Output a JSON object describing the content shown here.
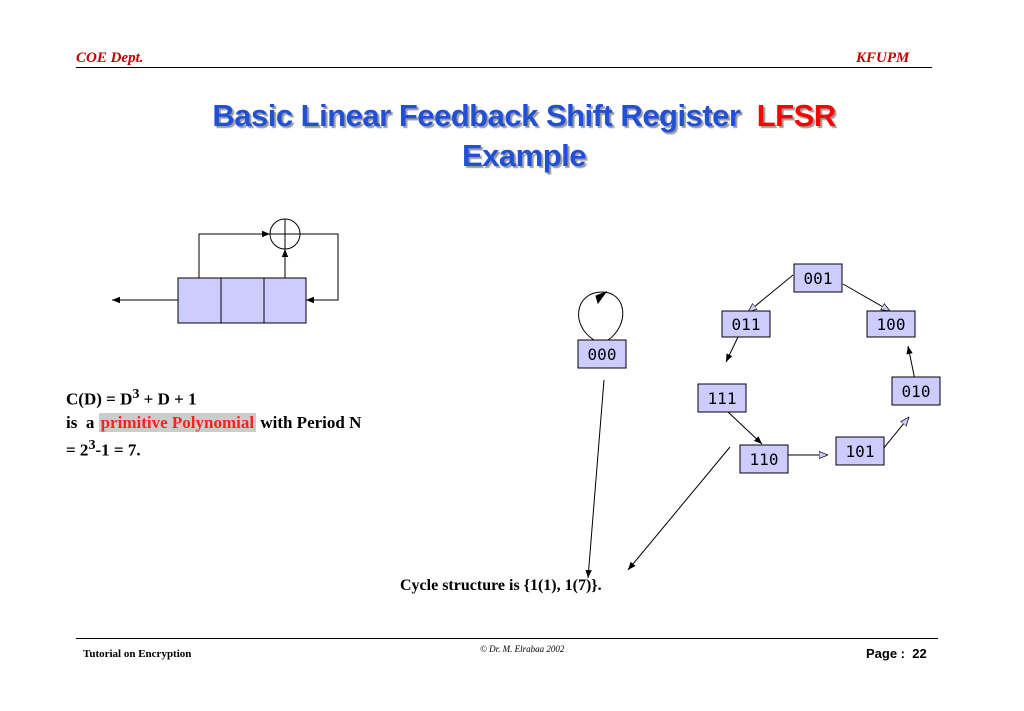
{
  "header": {
    "left": "COE Dept.",
    "right": "KFUPM"
  },
  "title": {
    "line1": "Basic Linear Feedback Shift Register",
    "acronym": "LFSR",
    "line2": "Example"
  },
  "polynomial": {
    "line1_a": "C(D) = D",
    "line1_exp": "3",
    "line1_b": " + D + 1",
    "line2_prefix": "is  a ",
    "line2_highlight": "primitive Polynomial",
    "line2_suffix": " with Period N",
    "line3_a": "= 2",
    "line3_exp": "3",
    "line3_b": "-1 = 7."
  },
  "states": {
    "s000": "000",
    "s001": "001",
    "s011": "011",
    "s100": "100",
    "s111": "111",
    "s010": "010",
    "s110": "110",
    "s101": "101"
  },
  "cycle_text": "Cycle structure is {1(1), 1(7)}.",
  "footer": {
    "left": "Tutorial on Encryption",
    "center": "© Dr. M. Elrabaa 2002",
    "right": "Page :  22"
  },
  "colors": {
    "header_red": "#c00000",
    "title_blue": "#2050d8",
    "title_red": "#ff0000",
    "box_fill": "#ccccff",
    "highlight_bg": "#cccccc"
  }
}
